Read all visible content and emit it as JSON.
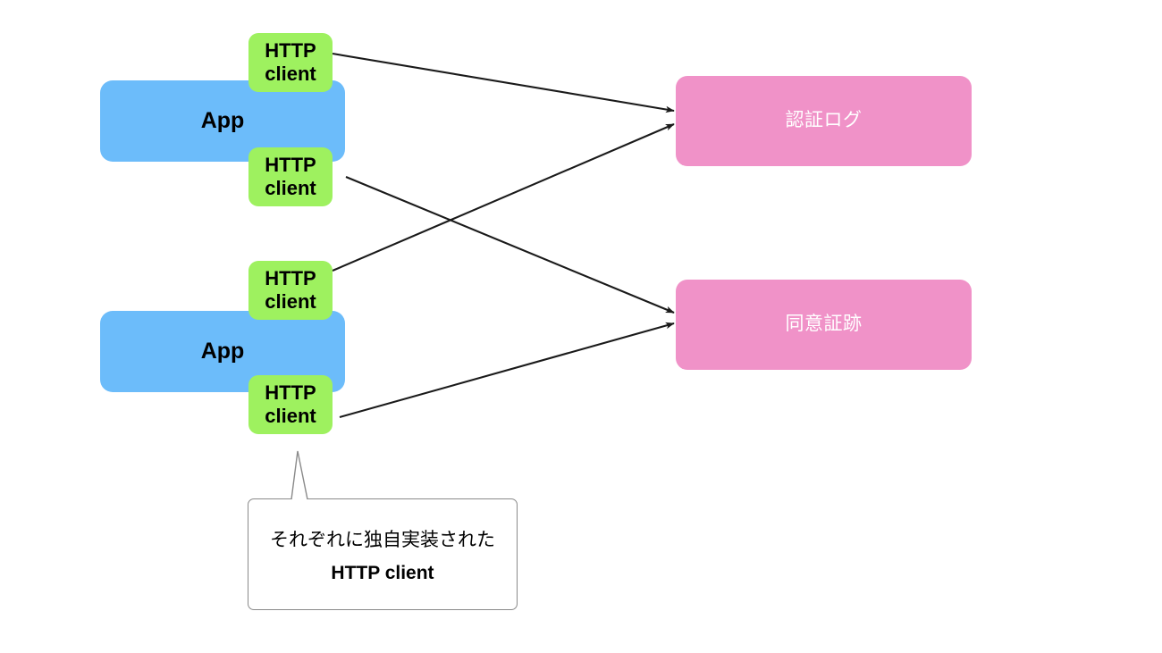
{
  "diagram": {
    "title": "HTTP client duplication across apps",
    "background_color": "#ffffff",
    "colors": {
      "app": "#6cbcfa",
      "client": "#9ef15f",
      "store": "#f092c8",
      "edge": "#1a1a1a",
      "callout_border": "#8a8a8a",
      "app_text": "#000000",
      "client_text": "#000000",
      "store_text": "#ffffff",
      "callout_text": "#000000"
    },
    "apps": [
      {
        "id": "app-1",
        "label": "App"
      },
      {
        "id": "app-2",
        "label": "App"
      }
    ],
    "clients": [
      {
        "id": "client-1",
        "label": "HTTP\nclient"
      },
      {
        "id": "client-2",
        "label": "HTTP\nclient"
      },
      {
        "id": "client-3",
        "label": "HTTP\nclient"
      },
      {
        "id": "client-4",
        "label": "HTTP\nclient"
      }
    ],
    "stores": [
      {
        "id": "store-auth-log",
        "label": "認証ログ"
      },
      {
        "id": "store-consent-evidence",
        "label": "同意証跡"
      }
    ],
    "edges": [
      {
        "id": "edge-client1-to-auth-log",
        "from": "client-1",
        "to": "store-auth-log",
        "arrow": "to"
      },
      {
        "id": "edge-client2-to-consent-evidence",
        "from": "client-2",
        "to": "store-consent-evidence",
        "arrow": "to"
      },
      {
        "id": "edge-client3-to-auth-log",
        "from": "client-3",
        "to": "store-auth-log",
        "arrow": "to"
      },
      {
        "id": "edge-client4-to-consent-evidence",
        "from": "client-4",
        "to": "store-consent-evidence",
        "arrow": "to"
      }
    ],
    "callout": {
      "id": "callout-http-client-note",
      "line_1": "それぞれに独自実装された",
      "line_2": "HTTP client",
      "points_to": "client-4"
    }
  }
}
